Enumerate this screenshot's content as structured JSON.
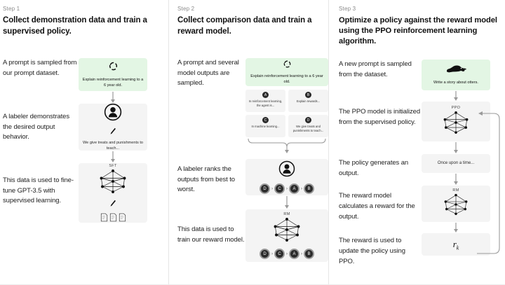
{
  "steps": [
    {
      "label": "Step 1",
      "title": "Collect demonstration data and train a supervised policy.",
      "captions": [
        "A prompt is sampled from our prompt dataset.",
        "A labeler demonstrates the desired output behavior.",
        "This data is used to fine-tune GPT-3.5 with supervised learning."
      ],
      "prompt_box": {
        "icon": "recycle-icon",
        "text": "Explain reinforcement learning to a 6 year old."
      },
      "labeler_box": {
        "icon": "person-icon",
        "sub_icon": "pencil-icon",
        "text": "We give treats and punishments to teach..."
      },
      "model_box": {
        "label": "SFT",
        "icon": "neural-network-icon",
        "sub_icon": "pencil-icon",
        "docs_icon": "documents-icon"
      }
    },
    {
      "label": "Step 2",
      "title": "Collect comparison data and train a reward model.",
      "captions": [
        "A prompt and several model outputs are sampled.",
        "A labeler ranks the outputs from best to worst.",
        "This data is used to train our reward model."
      ],
      "prompt_box": {
        "icon": "recycle-icon",
        "text": "Explain reinforcement learning to a 6 year old."
      },
      "outputs": [
        {
          "badge": "A",
          "text": "In reinforcement learning, the agent is..."
        },
        {
          "badge": "B",
          "text": "Explain rewards..."
        },
        {
          "badge": "C",
          "text": "In machine learning..."
        },
        {
          "badge": "D",
          "text": "We give treats and punishments to teach..."
        }
      ],
      "ranking_box": {
        "icon": "person-icon",
        "ranking": [
          "D",
          "C",
          "A",
          "B"
        ],
        "separator": "›"
      },
      "reward_box": {
        "label": "RM",
        "icon": "neural-network-icon",
        "ranking": [
          "D",
          "C",
          "A",
          "B"
        ],
        "separator": "›"
      }
    },
    {
      "label": "Step 3",
      "title": "Optimize a policy against the reward model using the PPO reinforcement learning algorithm.",
      "captions": [
        "A new prompt is sampled from the dataset.",
        "The PPO model is initialized from the supervised policy.",
        "The policy generates an output.",
        "The reward model calculates a reward for the output.",
        "The reward is used to update the policy using PPO."
      ],
      "prompt_box": {
        "icon": "otter-icon",
        "text": "Write a story about otters."
      },
      "ppo_box": {
        "label": "PPO",
        "icon": "neural-network-icon"
      },
      "output_box": {
        "text": "Once upon a time..."
      },
      "rm_box": {
        "label": "RM",
        "icon": "neural-network-icon"
      },
      "reward_box": {
        "symbol": "r",
        "subscript": "k"
      }
    }
  ],
  "colors": {
    "prompt_green": "#e3f6e4",
    "box_gray": "#f4f4f4",
    "text_dark": "#1a1a1a",
    "text_muted": "#8a8a8a",
    "divider": "#e6e6e6"
  }
}
